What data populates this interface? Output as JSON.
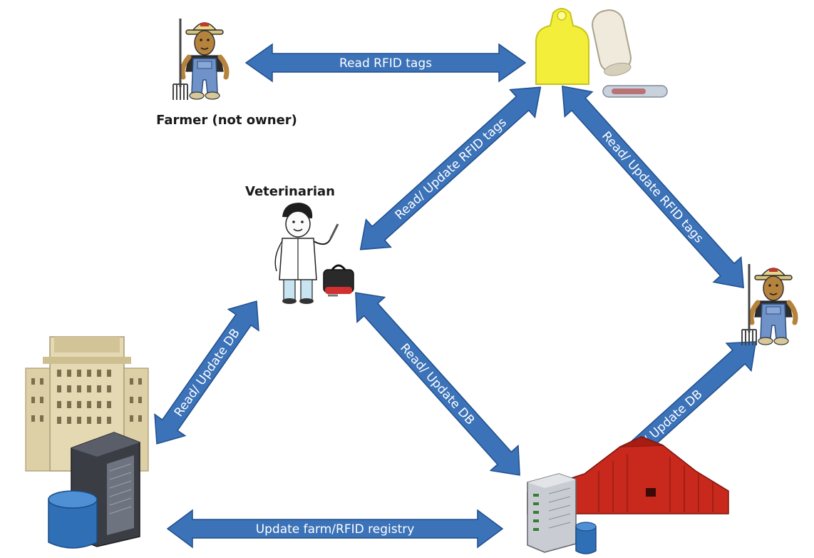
{
  "labels": {
    "farmer_not_owner": "Farmer (not owner)",
    "veterinarian": "Veterinarian"
  },
  "arrows": {
    "read_rfid": "Read RFID tags",
    "vet_rfid": "Read/ Update RFID tags",
    "owner_rfid": "Read/ Update RFID tags",
    "registry_vet": "Read/ Update DB",
    "vet_farm": "Read/ Update DB",
    "farm_owner": "Read/ Update DB",
    "registry_farm": "Update farm/RFID registry"
  },
  "colors": {
    "arrow_fill": "#3b72b8",
    "arrow_stroke": "#1f4f8c",
    "tag_yellow": "#f3ee3a",
    "barn_red": "#c8291c",
    "building": "#e5d9b4",
    "server": "#3a3d44",
    "db_cylinder": "#2f6fb6"
  },
  "icons": [
    "pitchfork-farmer-icon",
    "veterinarian-icon",
    "rfid-ear-tag-icon",
    "bolus-icon",
    "injectable-tag-icon",
    "registry-building-icon",
    "server-icon",
    "database-icon",
    "barn-icon"
  ]
}
